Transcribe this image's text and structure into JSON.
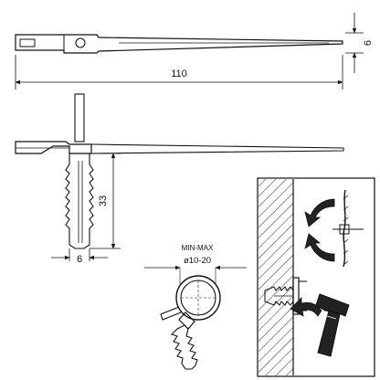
{
  "dimensions": {
    "length": "110",
    "width": "6",
    "anchor_length": "33",
    "anchor_width": "6",
    "range_caption": "MIN-MAX",
    "range_value": "ø10-20"
  },
  "colors": {
    "line": "#111111",
    "arrow_fill": "#222222",
    "background": "#ffffff"
  },
  "icons": {
    "rotate_arrow": "curved-arrow-icon",
    "hammer": "hammer-icon"
  }
}
